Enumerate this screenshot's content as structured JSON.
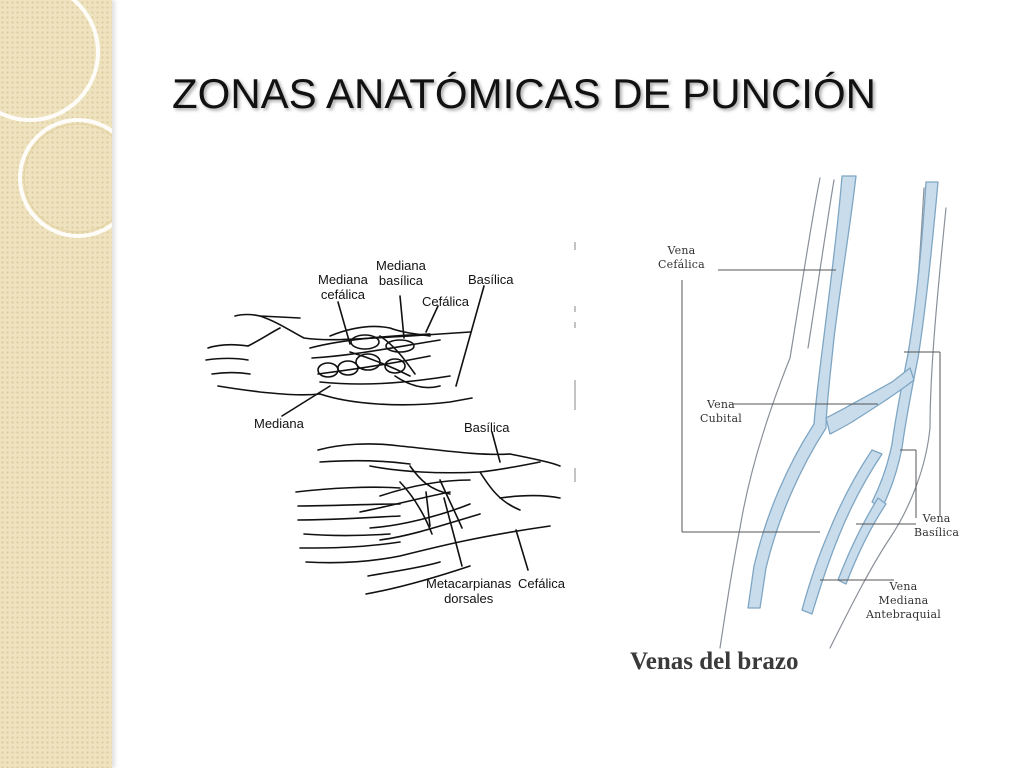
{
  "title": "ZONAS ANATÓMICAS DE PUNCIÓN",
  "hand_labels": {
    "mediana_cefalica": "Mediana\ncefálica",
    "mediana_basilica": "Mediana\nbasílica",
    "cefalica_top": "Cefálica",
    "basilica_top": "Basílica",
    "mediana": "Mediana",
    "basilica_bottom": "Basílica",
    "metacarpianas": "Metacarpianas\ndorsales",
    "cefalica_bottom": "Cefálica"
  },
  "arm_labels": {
    "vena_cefalica": "Vena\nCefálica",
    "vena_cubital": "Vena\nCubital",
    "vena_basilica": "Vena\nBasílica",
    "vena_mediana": "Vena\nMediana\nAntebraquial"
  },
  "caption": "Venas del brazo",
  "colors": {
    "vein_fill": "#c8dcec",
    "vein_stroke": "#7fa6c3",
    "sidebar": "#efe3bf"
  }
}
